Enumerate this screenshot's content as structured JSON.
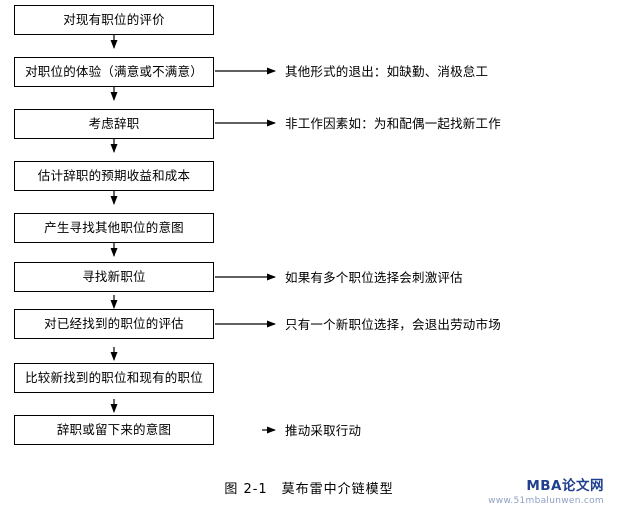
{
  "figure": {
    "caption": "图 2-1　莫布雷中介链模型"
  },
  "nodes": [
    {
      "label": "对现有职位的评价"
    },
    {
      "label": "对职位的体验（满意或不满意）"
    },
    {
      "label": "考虑辞职"
    },
    {
      "label": "估计辞职的预期收益和成本"
    },
    {
      "label": "产生寻找其他职位的意图"
    },
    {
      "label": "寻找新职位"
    },
    {
      "label": "对已经找到的职位的评估"
    },
    {
      "label": "比较新找到的职位和现有的职位"
    },
    {
      "label": "辞职或留下来的意图"
    }
  ],
  "side_notes": [
    {
      "label": "其他形式的退出：如缺勤、消极怠工"
    },
    {
      "label": "非工作因素如：为和配偶一起找新工作"
    },
    {
      "label": "如果有多个职位选择会刺激评估"
    },
    {
      "label": "只有一个新职位选择，会退出劳动市场"
    },
    {
      "label": "推动采取行动"
    }
  ],
  "watermark": {
    "title": "MBA论文网",
    "url": "www.51mbalunwen.com"
  },
  "colors": {
    "border": "#000000",
    "background": "#ffffff",
    "watermark_title": "#1f3f8f",
    "watermark_url": "#8f9fc4"
  }
}
